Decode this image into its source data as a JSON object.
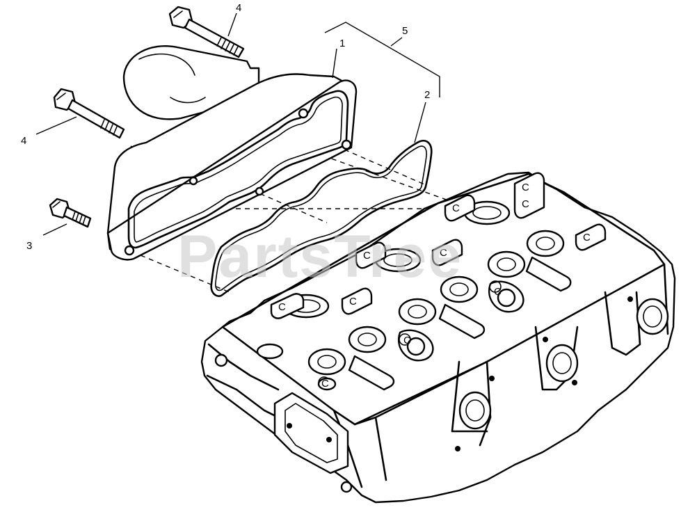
{
  "diagram": {
    "callouts": [
      "1",
      "2",
      "3",
      "4",
      "4",
      "5"
    ],
    "watermark": "PartsTree"
  }
}
